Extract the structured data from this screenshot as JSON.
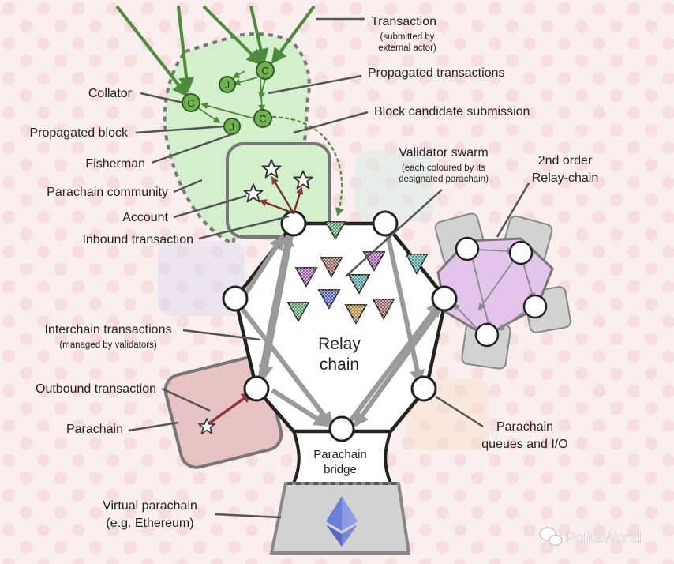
{
  "labels": {
    "transaction": "Transaction",
    "transaction_sub1": "(submitted by",
    "transaction_sub2": "external actor)",
    "propagated_transactions": "Propagated transactions",
    "block_candidate_submission": "Block candidate submission",
    "collator": "Collator",
    "propagated_block": "Propagated block",
    "fisherman": "Fisherman",
    "parachain_community": "Parachain community",
    "account": "Account",
    "inbound_transaction": "Inbound transaction",
    "validator_swarm": "Validator swarm",
    "validator_swarm_sub1": "(each coloured by its",
    "validator_swarm_sub2": "designated parachain)",
    "second_order_line1": "2nd order",
    "second_order_line2": "Relay-chain",
    "interchain_transactions": "Interchain transactions",
    "interchain_sub": "(managed by validators)",
    "relay_line1": "Relay",
    "relay_line2": "chain",
    "outbound_transaction": "Outbound transaction",
    "parachain": "Parachain",
    "parachain_bridge_line1": "Parachain",
    "parachain_bridge_line2": "bridge",
    "queues_line1": "Parachain",
    "queues_line2": "queues and I/O",
    "virtual_parachain_line1": "Virtual parachain",
    "virtual_parachain_line2": "(e.g. Ethereum)"
  },
  "node_letters": {
    "collator": "C",
    "fisherman": "J"
  },
  "watermark": "PolkaWorld",
  "colors": {
    "background": "#fbeeee",
    "community_fill": "#d3efcb",
    "green_node": "#6fb34f",
    "arrow_green": "#4d8b3e",
    "arrow_gray": "#9a9a9a",
    "parachain_red": "#e8c3c3",
    "second_order_purple": "#e3c4ea",
    "virtual_gray": "#d2d2d2",
    "eth_blue": "#6c7fd8"
  },
  "icons": [
    "star-icon",
    "ethereum-icon",
    "wechat-icon"
  ]
}
